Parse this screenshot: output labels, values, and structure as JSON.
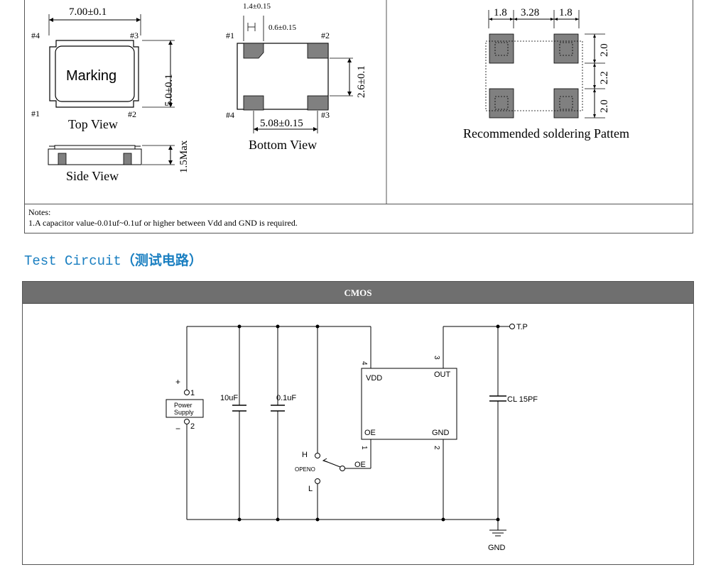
{
  "dimensions": {
    "top_view": {
      "width_dim": "7.00±0.1",
      "height_dim": "5.0±0.1",
      "marking": "Marking",
      "pin_labels": [
        "#1",
        "#2",
        "#3",
        "#4"
      ],
      "title": "Top View"
    },
    "side_view": {
      "height_dim": "1.5Max",
      "title": "Side View"
    },
    "bottom_view": {
      "pad_width_dim": "1.4±0.15",
      "pad_gap_dim": "0.6±0.15",
      "pad_height_dim": "2.6±0.1",
      "pad_pitch_dim": "5.08±0.15",
      "pin_labels": [
        "#1",
        "#2",
        "#3",
        "#4"
      ],
      "title": "Bottom View"
    },
    "solder_pattern": {
      "dims_h": [
        "1.8",
        "3.28",
        "1.8"
      ],
      "dims_v": [
        "2.0",
        "2.2",
        "2.0"
      ],
      "title": "Recommended soldering Pattem"
    }
  },
  "notes": {
    "heading": "Notes:",
    "items": [
      "1.A capacitor value-0.01uf~0.1uf or higher between Vdd and GND is required."
    ]
  },
  "section": {
    "title_latin": "Test Circuit",
    "title_cjk": "（测试电路）"
  },
  "circuit": {
    "header": "CMOS",
    "power_supply": {
      "line1": "Power",
      "line2": "Supply",
      "plus": "+",
      "minus": "−",
      "pin1": "1",
      "pin2": "2"
    },
    "capacitors": [
      "10uF",
      "0.1uF"
    ],
    "switch": {
      "high": "H",
      "open": "OPENO",
      "low": "L",
      "oe": "OE"
    },
    "chip": {
      "vdd": "VDD",
      "out": "OUT",
      "oe": "OE",
      "gnd": "GND",
      "pin_vdd": "4",
      "pin_out": "3",
      "pin_oe": "1",
      "pin_gnd": "2"
    },
    "load_cap": "CL 15PF",
    "test_point": "T.P",
    "ground": "GND"
  }
}
